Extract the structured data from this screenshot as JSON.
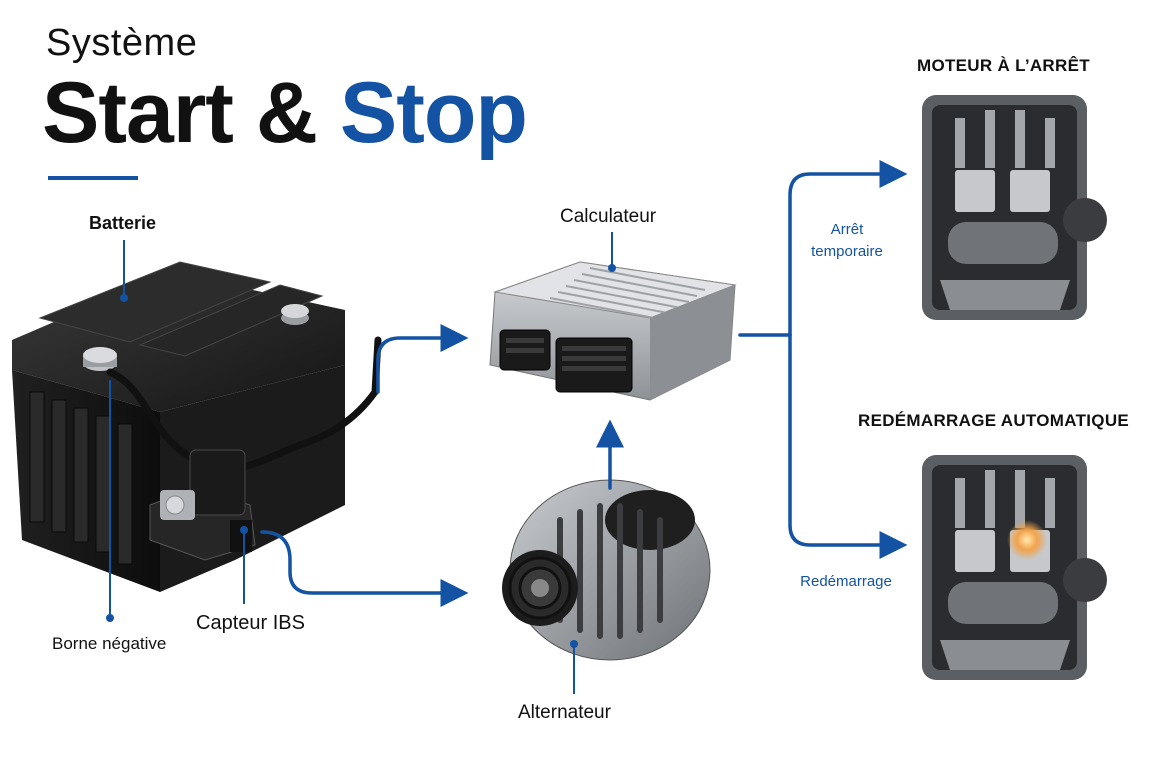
{
  "title": {
    "line1": "Système",
    "word1": "Start &",
    "word2": "Stop"
  },
  "labels": {
    "battery": "Batterie",
    "negative_terminal": "Borne négative",
    "ibs_sensor": "Capteur IBS",
    "ecu": "Calculateur",
    "alternator": "Alternateur",
    "engine_stopped": "MOTEUR À L’ARRÊT",
    "auto_restart": "REDÉMARRAGE AUTOMATIQUE",
    "temp_stop_line1": "Arrêt",
    "temp_stop_line2": "temporaire",
    "restart": "Redémarrage"
  },
  "colors": {
    "accent_blue": "#1453a3",
    "text": "#111111"
  }
}
